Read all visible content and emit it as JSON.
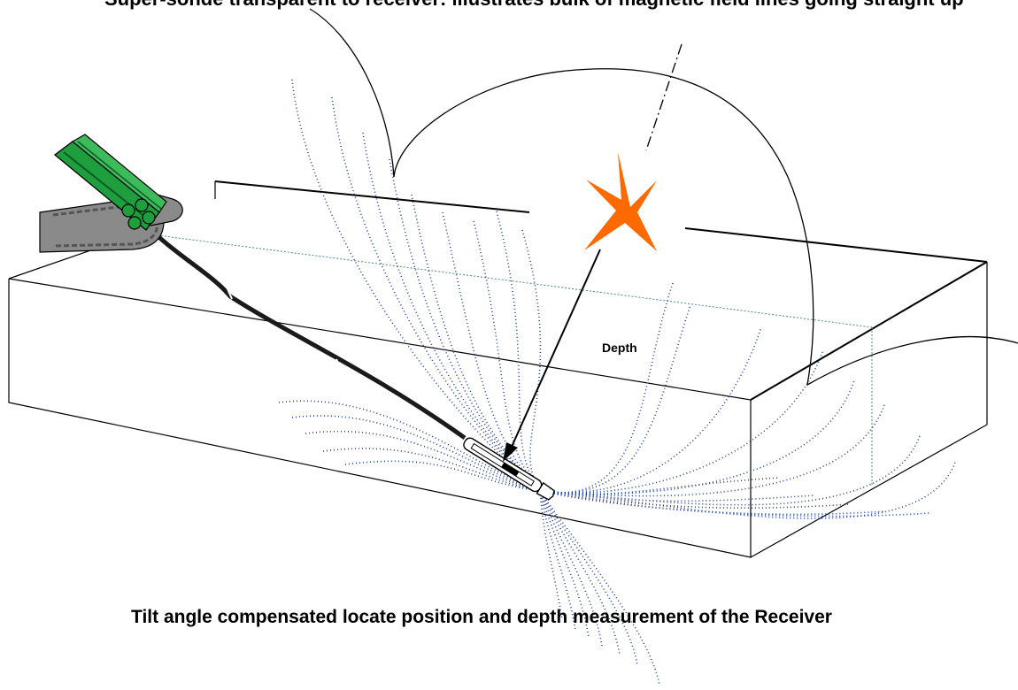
{
  "diagram": {
    "top_caption": "Super-sonde transparent to receiver: illustrates bulk of magnetic field lines going straight up",
    "depth_label": "Depth",
    "bottom_caption": "Tilt angle compensated locate position and depth measurement of the Receiver",
    "colors": {
      "outline": "#000000",
      "field_lines": "#1f3f9a",
      "marker": "#ff6a00",
      "drill_body": "#1f9e3e",
      "tracks": "#8a8a8a",
      "drill_string": "#1a1a1a"
    }
  }
}
